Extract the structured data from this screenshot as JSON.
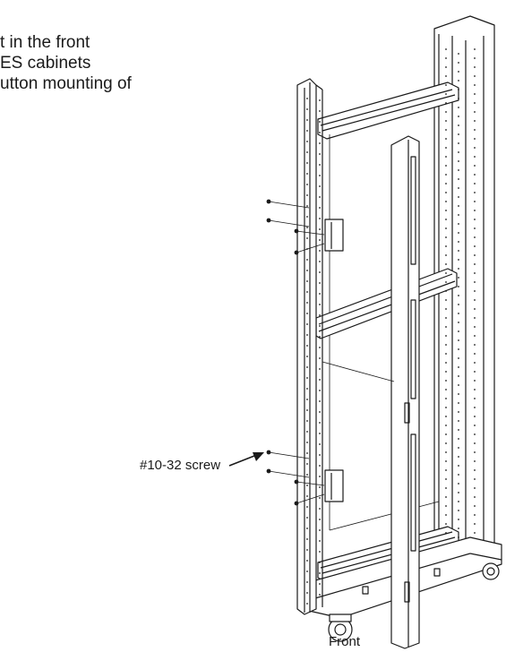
{
  "intro": {
    "lines": [
      "t in the front",
      "ES cabinets",
      "utton mounting of"
    ]
  },
  "labels": {
    "screw_callout": "#10-32 screw",
    "front": "Front"
  },
  "colors": {
    "line": "#1a1a1a",
    "background": "#ffffff"
  }
}
